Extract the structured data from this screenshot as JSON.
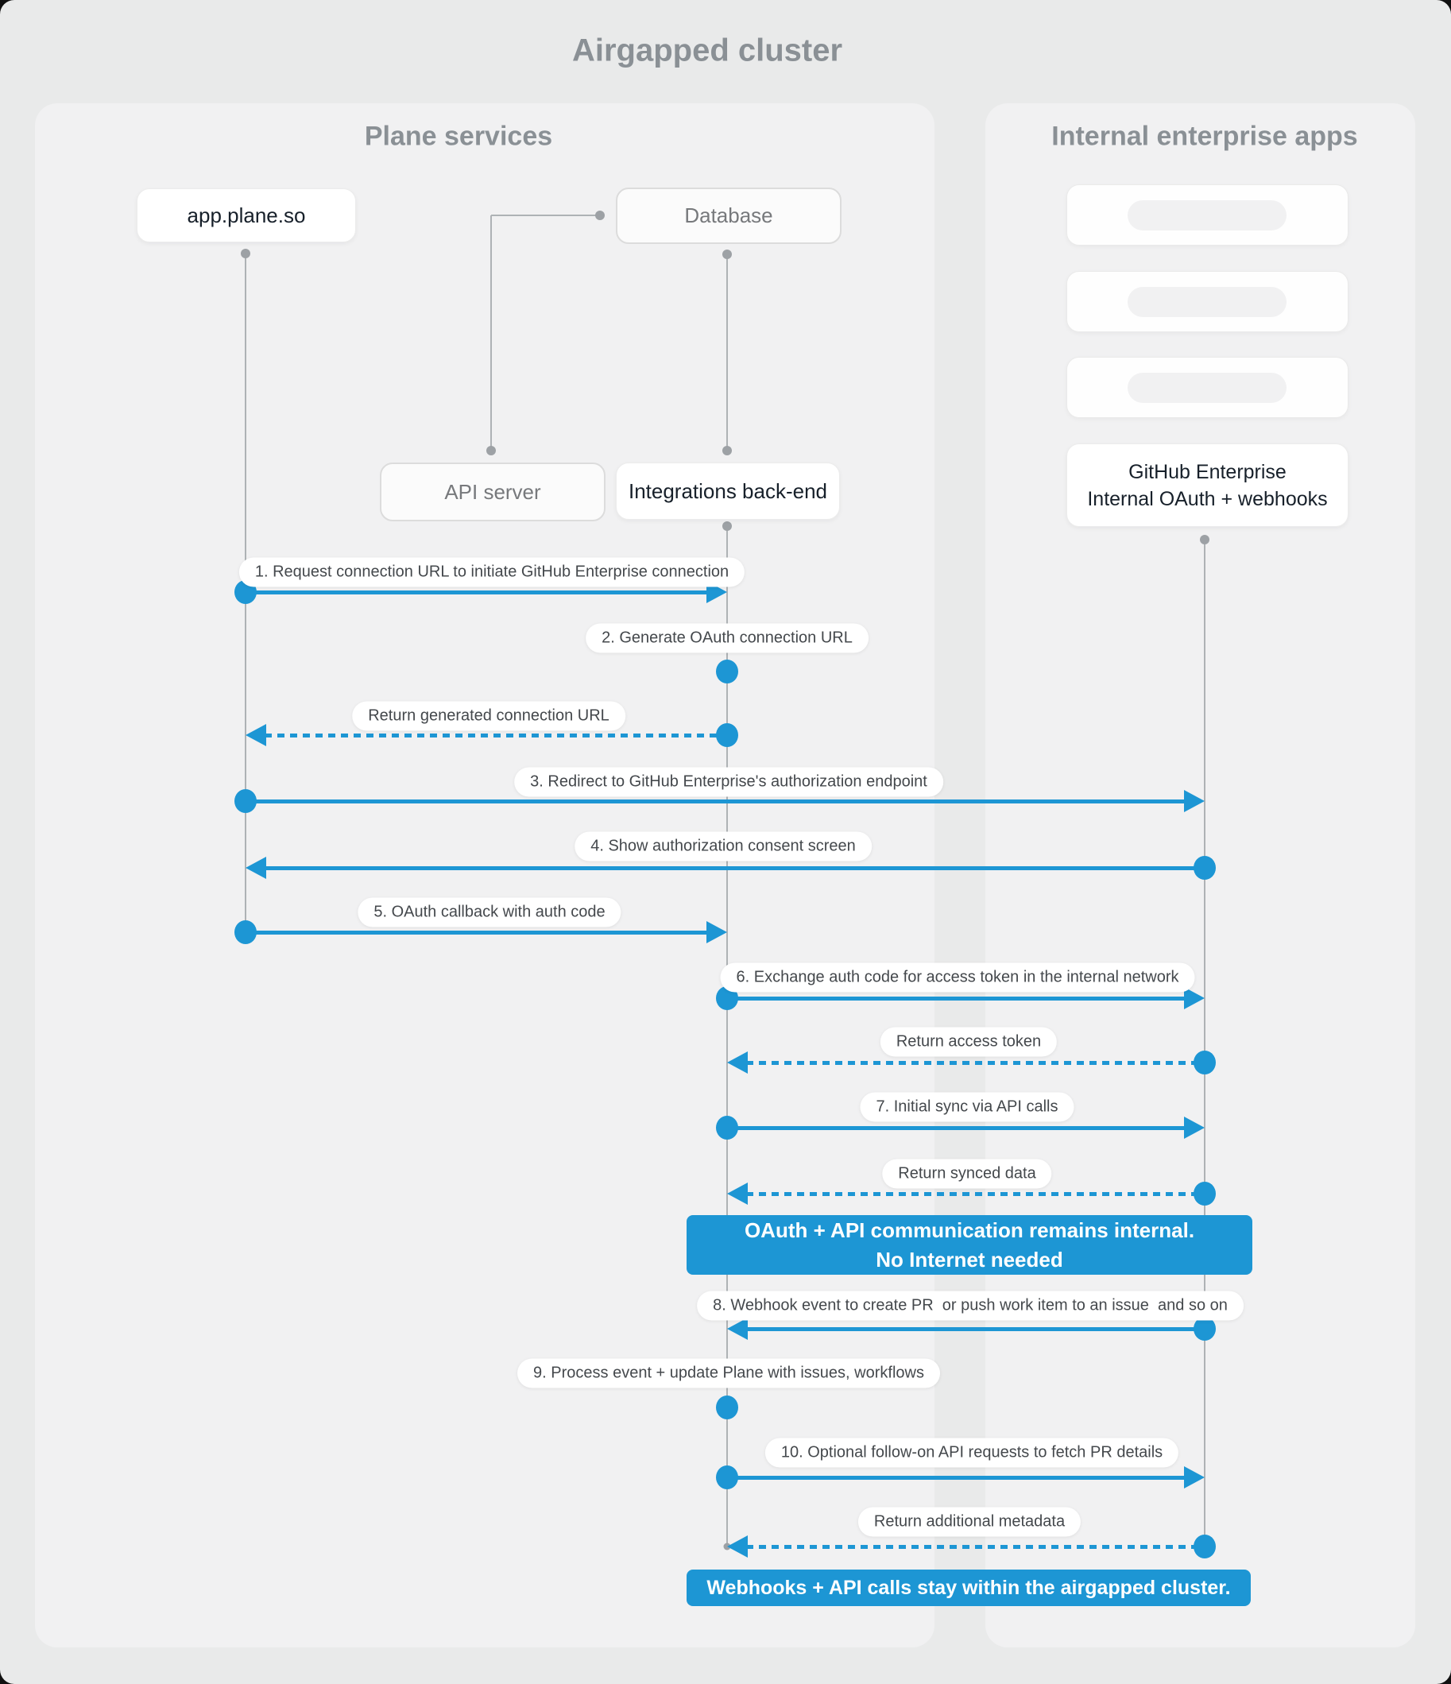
{
  "title": "Airgapped cluster",
  "panels": {
    "plane": {
      "title": "Plane services"
    },
    "internal": {
      "title": "Internal enterprise apps"
    }
  },
  "participants": {
    "app_plane_so": "app.plane.so",
    "database": "Database",
    "api_server": "API server",
    "integrations_backend": "Integrations back-end",
    "github_line1": "GitHub Enterprise",
    "github_line2": "Internal OAuth + webhooks"
  },
  "messages": [
    {
      "label": "1. Request connection URL to initiate GitHub Enterprise connection",
      "from": "app.plane.so",
      "to": "Integrations back-end",
      "style": "solid"
    },
    {
      "label": "2. Generate OAuth connection URL",
      "from": "Integrations back-end",
      "to": "Integrations back-end",
      "style": "self"
    },
    {
      "label": "Return generated connection URL",
      "from": "Integrations back-end",
      "to": "app.plane.so",
      "style": "dashed"
    },
    {
      "label": "3. Redirect to GitHub Enterprise's authorization endpoint",
      "from": "app.plane.so",
      "to": "GitHub Enterprise",
      "style": "solid"
    },
    {
      "label": "4. Show authorization consent screen",
      "from": "GitHub Enterprise",
      "to": "app.plane.so",
      "style": "solid"
    },
    {
      "label": "5. OAuth callback with auth code",
      "from": "app.plane.so",
      "to": "Integrations back-end",
      "style": "solid"
    },
    {
      "label": "6. Exchange auth code for access token in the internal network",
      "from": "Integrations back-end",
      "to": "GitHub Enterprise",
      "style": "solid"
    },
    {
      "label": "Return access token",
      "from": "GitHub Enterprise",
      "to": "Integrations back-end",
      "style": "dashed"
    },
    {
      "label": "7. Initial sync via API calls",
      "from": "Integrations back-end",
      "to": "GitHub Enterprise",
      "style": "solid"
    },
    {
      "label": "Return synced data",
      "from": "GitHub Enterprise",
      "to": "Integrations back-end",
      "style": "dashed"
    },
    {
      "label": "8. Webhook event to create PR  or push work item to an issue  and so on",
      "from": "GitHub Enterprise",
      "to": "Integrations back-end",
      "style": "solid"
    },
    {
      "label": "9. Process event + update Plane with issues, workflows",
      "from": "Integrations back-end",
      "to": "Integrations back-end",
      "style": "self"
    },
    {
      "label": "10. Optional follow-on API requests to fetch PR details",
      "from": "Integrations back-end",
      "to": "GitHub Enterprise",
      "style": "solid"
    },
    {
      "label": "Return additional metadata",
      "from": "GitHub Enterprise",
      "to": "Integrations back-end",
      "style": "dashed"
    }
  ],
  "notes": [
    {
      "line1": "OAuth + API communication remains internal.",
      "line2": "No Internet needed"
    },
    {
      "line1": "Webhooks + API calls stay within the airgapped cluster."
    }
  ],
  "colors": {
    "accent_blue": "#1d96d4",
    "lifeline_gray": "#aeb2b5",
    "page_background": "#e9eaea",
    "panel_background": "#f1f1f2"
  }
}
